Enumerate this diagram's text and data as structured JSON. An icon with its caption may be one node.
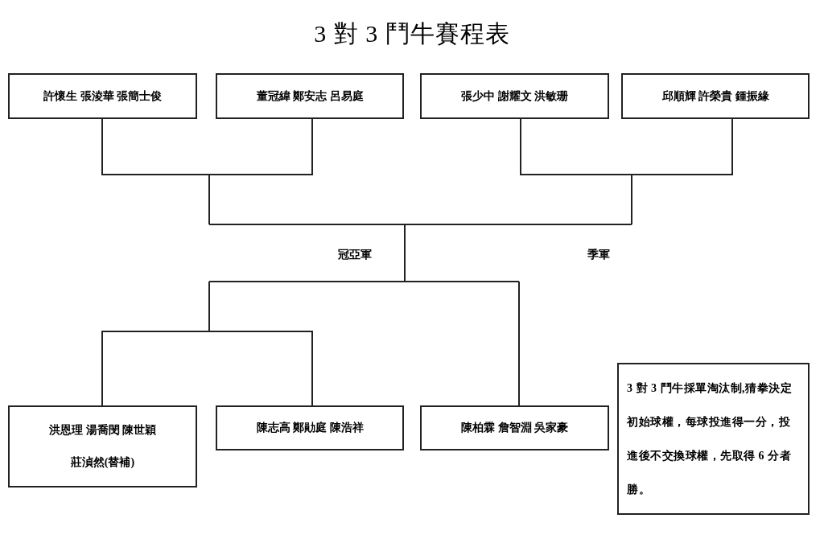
{
  "diagram": {
    "title": "3 對 3 鬥牛賽程表",
    "nodes": [
      {
        "text": [
          "許懷生 張淩華 張簡士俊"
        ]
      },
      {
        "text": [
          "董冠緯 鄭安志 呂易庭"
        ]
      },
      {
        "text": [
          "張少中 謝耀文 洪敏珊"
        ]
      },
      {
        "text": [
          "邱順輝 許榮貴 鍾振緣"
        ]
      },
      {
        "text": [
          "洪恩理 湯喬閔 陳世穎",
          "莊湞然(替補)"
        ]
      },
      {
        "text": [
          "陳志高 鄭勛庭 陳浩祥"
        ]
      },
      {
        "text": [
          "陳柏霖 詹智淵 吳家豪"
        ]
      },
      {
        "text": [
          "3 對 3 鬥牛採單淘汰制,猜拳決定初始球權，每球投進得一分，投進後不交換球權，先取得 6 分者勝。"
        ]
      }
    ],
    "labels": [
      "冠亞軍",
      "季軍"
    ]
  }
}
